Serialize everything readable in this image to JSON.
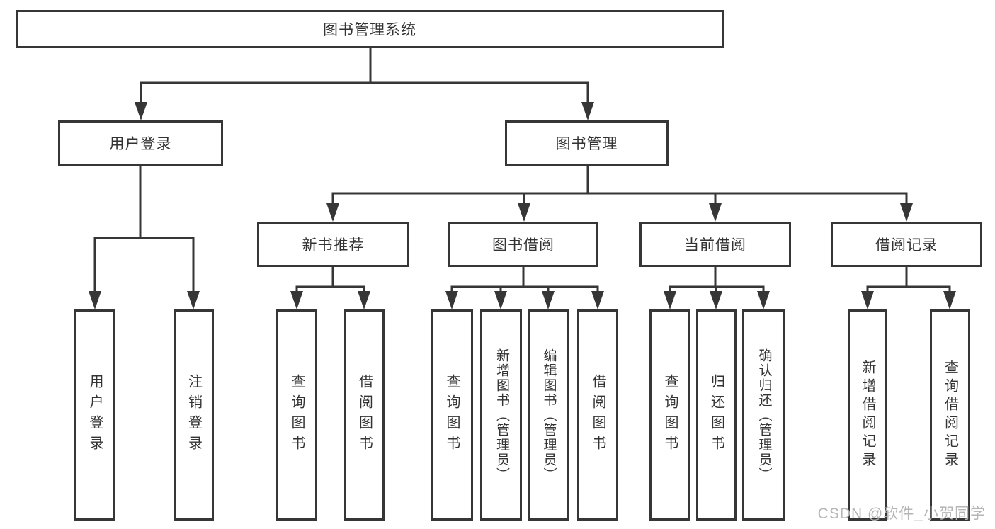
{
  "diagram": {
    "type": "hierarchy-tree",
    "colors": {
      "line": "#363636",
      "box_border": "#363636",
      "text": "#333333",
      "background": "#ffffff",
      "watermark": "#b5b5b5"
    },
    "root": {
      "label": "图书管理系统"
    },
    "level2": [
      {
        "label": "用户登录",
        "parent": "图书管理系统"
      },
      {
        "label": "图书管理",
        "parent": "图书管理系统"
      }
    ],
    "level3": [
      {
        "label": "新书推荐",
        "parent": "图书管理"
      },
      {
        "label": "图书借阅",
        "parent": "图书管理"
      },
      {
        "label": "当前借阅",
        "parent": "图书管理"
      },
      {
        "label": "借阅记录",
        "parent": "图书管理"
      }
    ],
    "leaves": [
      {
        "label": "用户登录",
        "parent": "用户登录"
      },
      {
        "label": "注销登录",
        "parent": "用户登录"
      },
      {
        "label": "查询图书",
        "parent": "新书推荐"
      },
      {
        "label": "借阅图书",
        "parent": "新书推荐"
      },
      {
        "label": "查询图书",
        "parent": "图书借阅"
      },
      {
        "label": "新增图书（管理员）",
        "parent": "图书借阅"
      },
      {
        "label": "编辑图书（管理员）",
        "parent": "图书借阅"
      },
      {
        "label": "借阅图书",
        "parent": "图书借阅"
      },
      {
        "label": "查询图书",
        "parent": "当前借阅"
      },
      {
        "label": "归还图书",
        "parent": "当前借阅"
      },
      {
        "label": "确认归还（管理员）",
        "parent": "当前借阅"
      },
      {
        "label": "新增借阅记录",
        "parent": "借阅记录"
      },
      {
        "label": "查询借阅记录",
        "parent": "借阅记录"
      }
    ],
    "watermark": {
      "text": "CSDN @软件_小贺同学"
    }
  }
}
